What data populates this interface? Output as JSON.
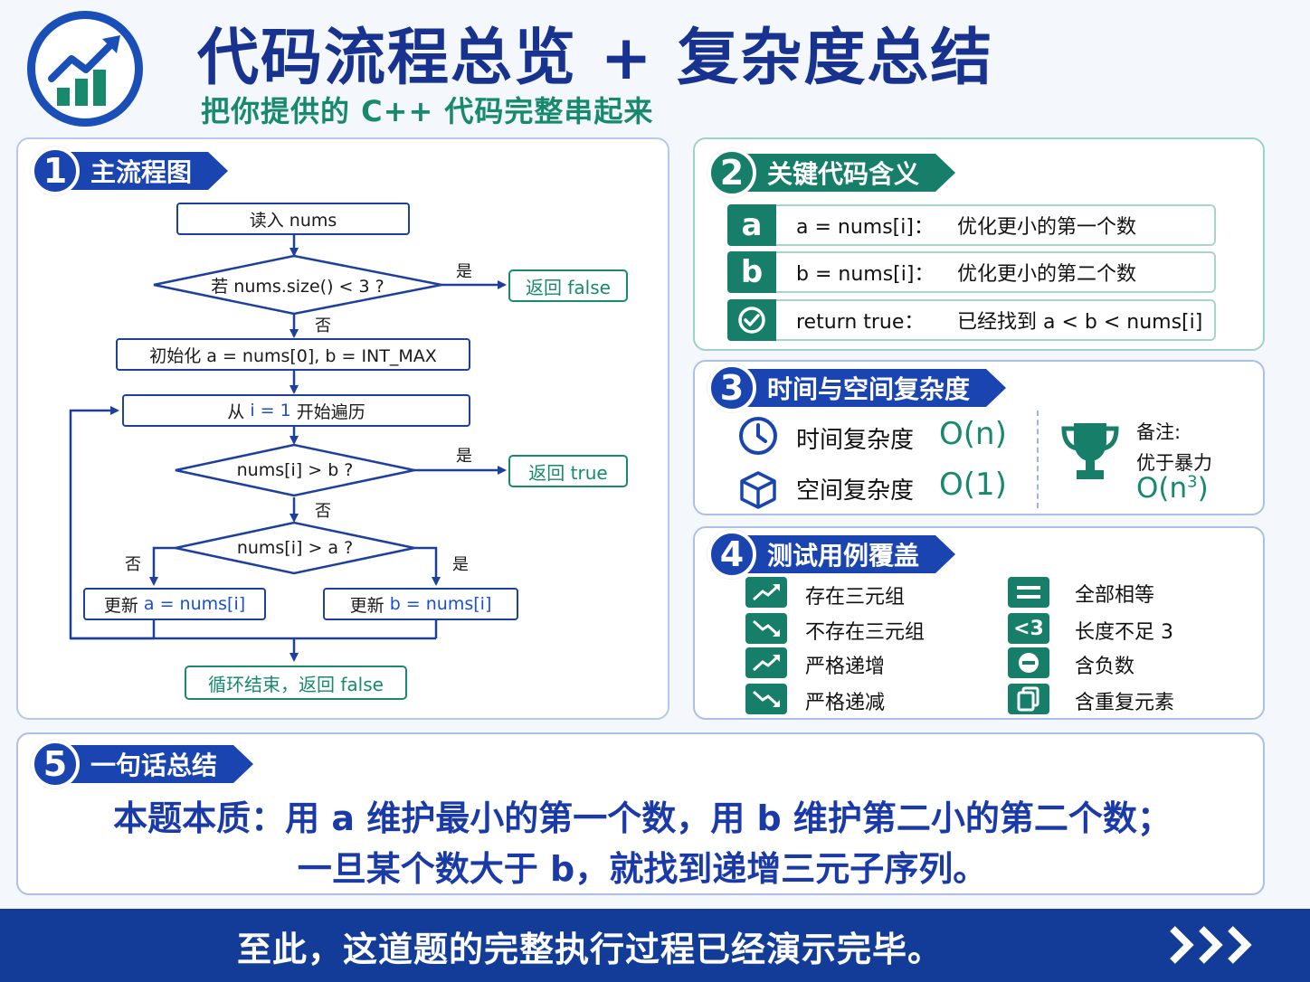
{
  "header": {
    "title": "代码流程总览 + 复杂度总结",
    "subtitle": "把你提供的 C++ 代码完整串起来"
  },
  "sections": {
    "flowchart": {
      "num": "1",
      "title": "主流程图"
    },
    "key_code": {
      "num": "2",
      "title": "关键代码含义"
    },
    "complexity": {
      "num": "3",
      "title": "时间与空间复杂度"
    },
    "tests": {
      "num": "4",
      "title": "测试用例覆盖"
    },
    "summary": {
      "num": "5",
      "title": "一句话总结"
    }
  },
  "flowchart": {
    "read": "读入 nums",
    "cond_size": "若 nums.size() < 3 ?",
    "yes1": "是",
    "ret_false1": "返回 false",
    "no1": "否",
    "init": "初始化 a = nums[0], b = INT_MAX",
    "loop_pre": "从",
    "loop_hl": "i = 1",
    "loop_post": "开始遍历",
    "cond_b": "nums[i] > b ?",
    "yes2": "是",
    "ret_true": "返回 true",
    "no2": "否",
    "cond_a": "nums[i] > a ?",
    "no3": "否",
    "yes3": "是",
    "upd_a_pre": "更新",
    "upd_a_hl": "a = nums[i]",
    "upd_b_pre": "更新",
    "upd_b_hl": "b = nums[i]",
    "end": "循环结束，返回 false"
  },
  "key_code": [
    {
      "badge": "a",
      "code": "a = nums[i]：",
      "meaning": "优化更小的第一个数"
    },
    {
      "badge": "b",
      "code": "b = nums[i]：",
      "meaning": "优化更小的第二个数"
    },
    {
      "badge": "check-icon",
      "code": "return true：",
      "meaning": "已经找到 a < b < nums[i]"
    }
  ],
  "complexity": {
    "time_label": "时间复杂度",
    "time_value": "O(n)",
    "space_label": "空间复杂度",
    "space_value": "O(1)",
    "note_label": "备注:",
    "note_text": "优于暴力",
    "note_value_base": "O(n",
    "note_value_exp": "3",
    "note_value_close": ")"
  },
  "tests": {
    "left": [
      {
        "icon": "trend-up-icon",
        "label": "存在三元组"
      },
      {
        "icon": "trend-down-icon",
        "label": "不存在三元组"
      },
      {
        "icon": "trend-up-icon",
        "label": "严格递增"
      },
      {
        "icon": "trend-down-icon",
        "label": "严格递减"
      }
    ],
    "right": [
      {
        "icon": "equals-icon",
        "label": "全部相等"
      },
      {
        "icon": "less-than-3-icon",
        "icon_text": "<3",
        "label": "长度不足 3"
      },
      {
        "icon": "minus-circle-icon",
        "label": "含负数"
      },
      {
        "icon": "copy-icon",
        "label": "含重复元素"
      }
    ]
  },
  "summary": {
    "line1": "本题本质：用 a 维护最小的第一个数，用 b 维护第二小的第二个数；",
    "line2": "一旦某个数大于 b，就找到递增三元子序列。"
  },
  "footer": {
    "text": "至此，这道题的完整执行过程已经演示完毕。"
  },
  "colors": {
    "primary_blue": "#1a45b0",
    "teal": "#177e6a",
    "footer_bg": "#133c98"
  }
}
